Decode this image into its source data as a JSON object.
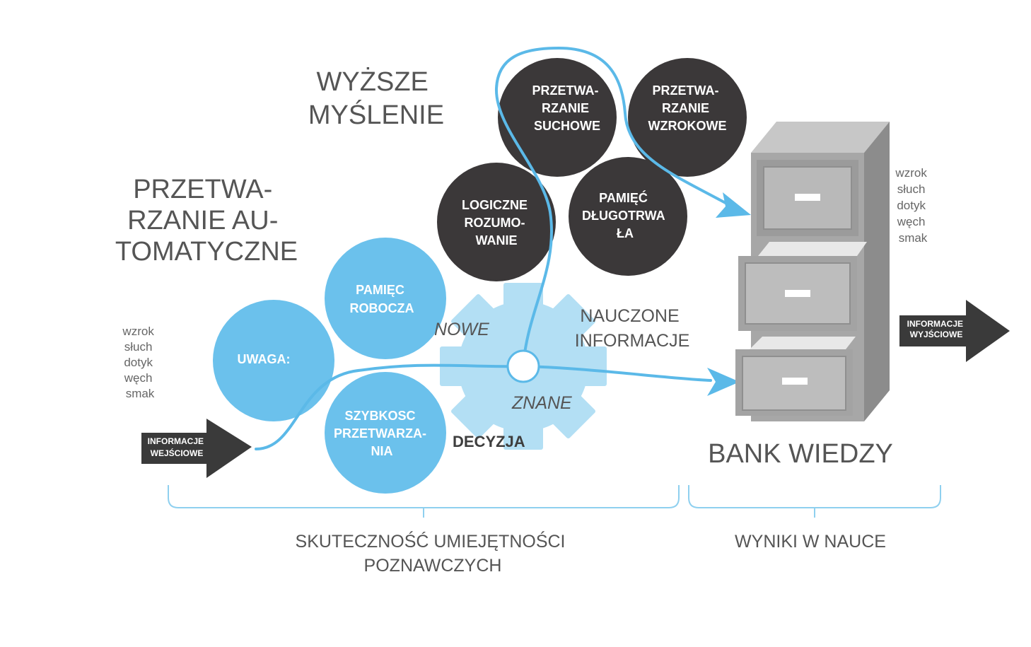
{
  "titles": {
    "higher_thinking": [
      "WYŻSZE",
      "MYŚLENIE"
    ],
    "automatic_processing": [
      "PRZETWA-",
      "RZANIE AU-",
      "TOMATYCZNE"
    ]
  },
  "circles": {
    "auditory": [
      "PRZETWA-",
      "RZANIE",
      "SUCHOWE"
    ],
    "visual": [
      "PRZETWA-",
      "RZANIE",
      "WZROKOWE"
    ],
    "logical": [
      "LOGICZNE",
      "ROZUMO-",
      "WANIE"
    ],
    "long_term": [
      "PAMIĘĆ",
      "DŁUGOTRWA",
      "ŁA"
    ],
    "working_memory": [
      "PAMIĘC",
      "ROBOCZA"
    ],
    "attention": [
      "UWAGA:"
    ],
    "speed": [
      "SZYBKOSC",
      "PRZETWARZA-",
      "NIA"
    ]
  },
  "flow": {
    "new": "NOWE",
    "known": "ZNANE",
    "learned": [
      "NAUCZONE",
      "INFORMACJE"
    ],
    "decision": "DECYZJA"
  },
  "senses_left": [
    "wzrok",
    "słuch",
    "dotyk",
    "węch",
    "smak"
  ],
  "senses_right": [
    "wzrok",
    "słuch",
    "dotyk",
    "węch",
    "smak"
  ],
  "input_arrow": [
    "INFORMACJE",
    "WEJŚCIOWE"
  ],
  "output_arrow": [
    "INFORMACJE",
    "WYJŚCIOWE"
  ],
  "bank": "BANK WIEDZY",
  "bottom": {
    "cognitive": [
      "SKUTECZNOŚĆ UMIEJĘTNOŚCI",
      "POZNAWCZYCH"
    ],
    "results": "WYNIKI W NAUCE"
  },
  "colors": {
    "light_blue": "#6bc1ec",
    "dark_circle": "#3b3839",
    "gear": "#b3dff4",
    "line": "#5bb9e8",
    "cabinet": "#a4a4a4",
    "arrow_dark": "#3a3a3a"
  }
}
